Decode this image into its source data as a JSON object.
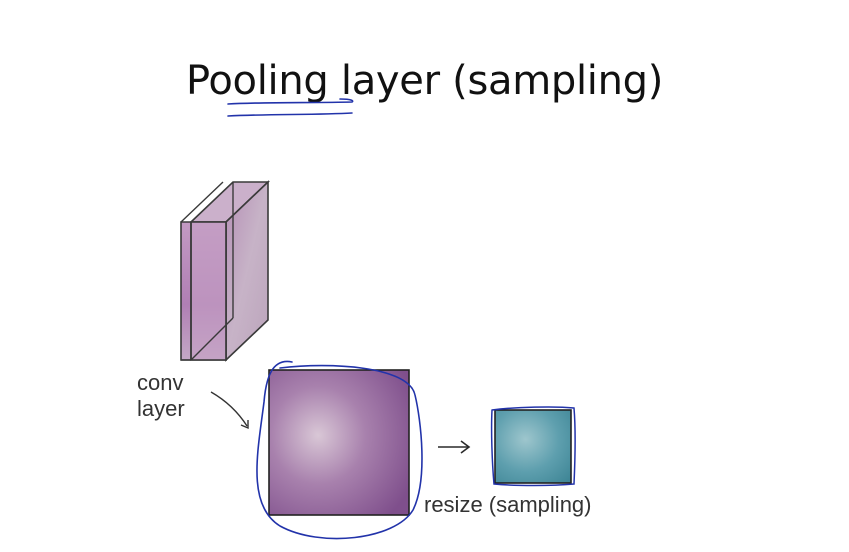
{
  "slide": {
    "title": "Pooling layer (sampling)"
  },
  "diagram": {
    "conv_label_line1": "conv",
    "conv_label_line2": "layer",
    "resize_label": "resize (sampling)"
  },
  "colors": {
    "background": "#ffffff",
    "conv_block": "#b58fb6",
    "pooled_input": "#8e5f98",
    "pooled_output": "#4d93a3",
    "pen_annotation": "#2233aa"
  }
}
